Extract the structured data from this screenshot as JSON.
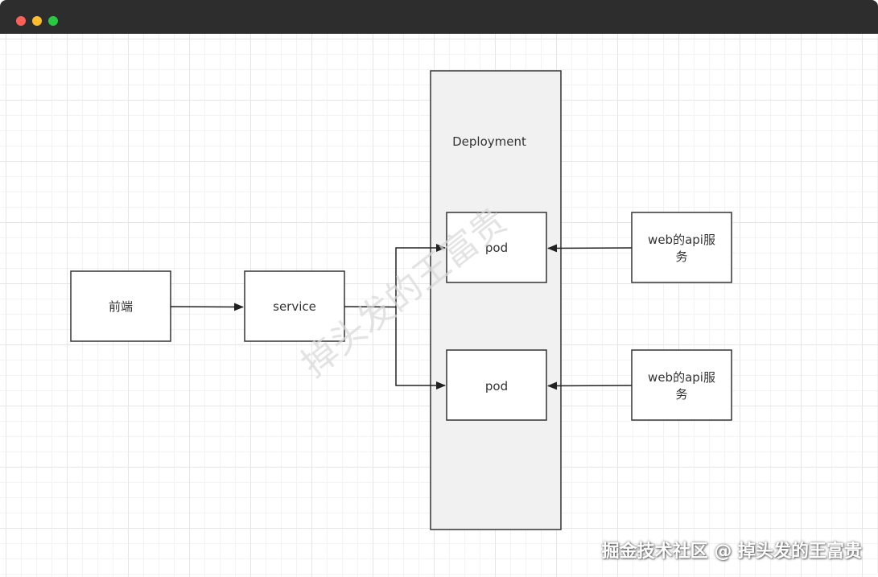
{
  "window": {
    "controls": [
      "close",
      "minimize",
      "maximize"
    ],
    "control_colors": {
      "close": "#fe5f57",
      "minimize": "#febc2e",
      "maximize": "#28c840"
    }
  },
  "diagram": {
    "deployment_label": "Deployment",
    "nodes": {
      "frontend": "前端",
      "service": "service",
      "pod_top": "pod",
      "pod_bottom": "pod",
      "api_top_line1": "web的api服",
      "api_top_line2": "务",
      "api_bottom_line1": "web的api服",
      "api_bottom_line2": "务"
    },
    "watermark": "掉头发的王富贵"
  },
  "footer": {
    "watermark": "掘金技术社区 @ 掉头发的王富贵"
  }
}
